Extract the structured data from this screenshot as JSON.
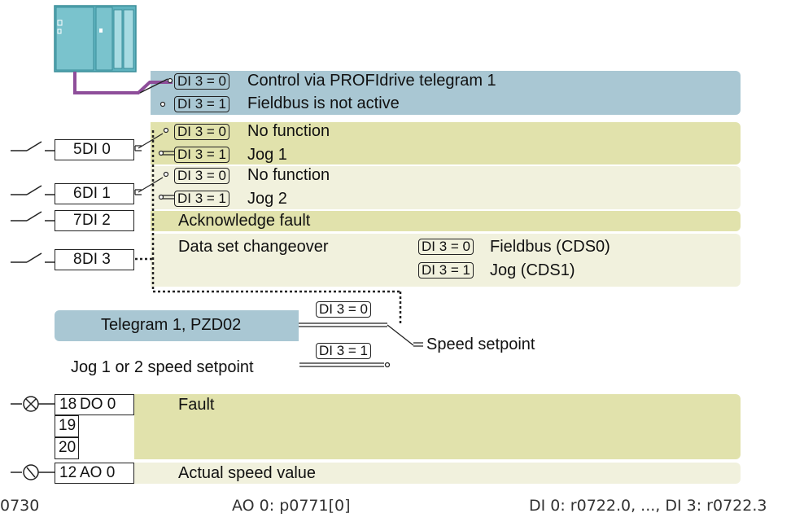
{
  "colors": {
    "blue_band": "#a9c7d3",
    "olive_band": "#e1e2ac",
    "cream_band": "#f1f1dd",
    "bus_line": "#8e4e9a",
    "plc_fill": "#5fb3bf",
    "dotted": "#222222"
  },
  "plc": {
    "icon": "plc-controller-icon"
  },
  "fieldbus": {
    "cond0": "DI 3 = 0",
    "text0": "Control via PROFIdrive telegram 1",
    "cond1": "DI 3 = 1",
    "text1": "Fieldbus is not active"
  },
  "inputs": [
    {
      "num": "5",
      "name": "DI 0",
      "cond0": "DI 3 = 0",
      "func0": "No function",
      "cond1": "DI 3 = 1",
      "func1": "Jog 1"
    },
    {
      "num": "6",
      "name": "DI 1",
      "cond0": "DI 3 = 0",
      "func0": "No function",
      "cond1": "DI 3 = 1",
      "func1": "Jog 2"
    },
    {
      "num": "7",
      "name": "DI 2",
      "func": "Acknowledge fault"
    },
    {
      "num": "8",
      "name": "DI 3",
      "func": "Data set changeover",
      "cond0": "DI 3 = 0",
      "result0": "Fieldbus (CDS0)",
      "cond1": "DI 3 = 1",
      "result1": "Jog (CDS1)"
    }
  ],
  "setpoint": {
    "source0": "Telegram 1, PZD02",
    "cond0": "DI 3 = 0",
    "source1": "Jog 1 or 2 speed setpoint",
    "cond1": "DI 3 = 1",
    "output": "Speed setpoint"
  },
  "outputs": {
    "do_nums": [
      "18",
      "19",
      "20"
    ],
    "do_name": "DO 0",
    "do_func": "Fault",
    "ao_num": "12",
    "ao_name": "AO 0",
    "ao_func": "Actual speed value"
  },
  "footer": {
    "left": "0730",
    "mid": "AO 0: p0771[0]",
    "right": "DI 0: r0722.0, ..., DI 3: r0722.3"
  }
}
